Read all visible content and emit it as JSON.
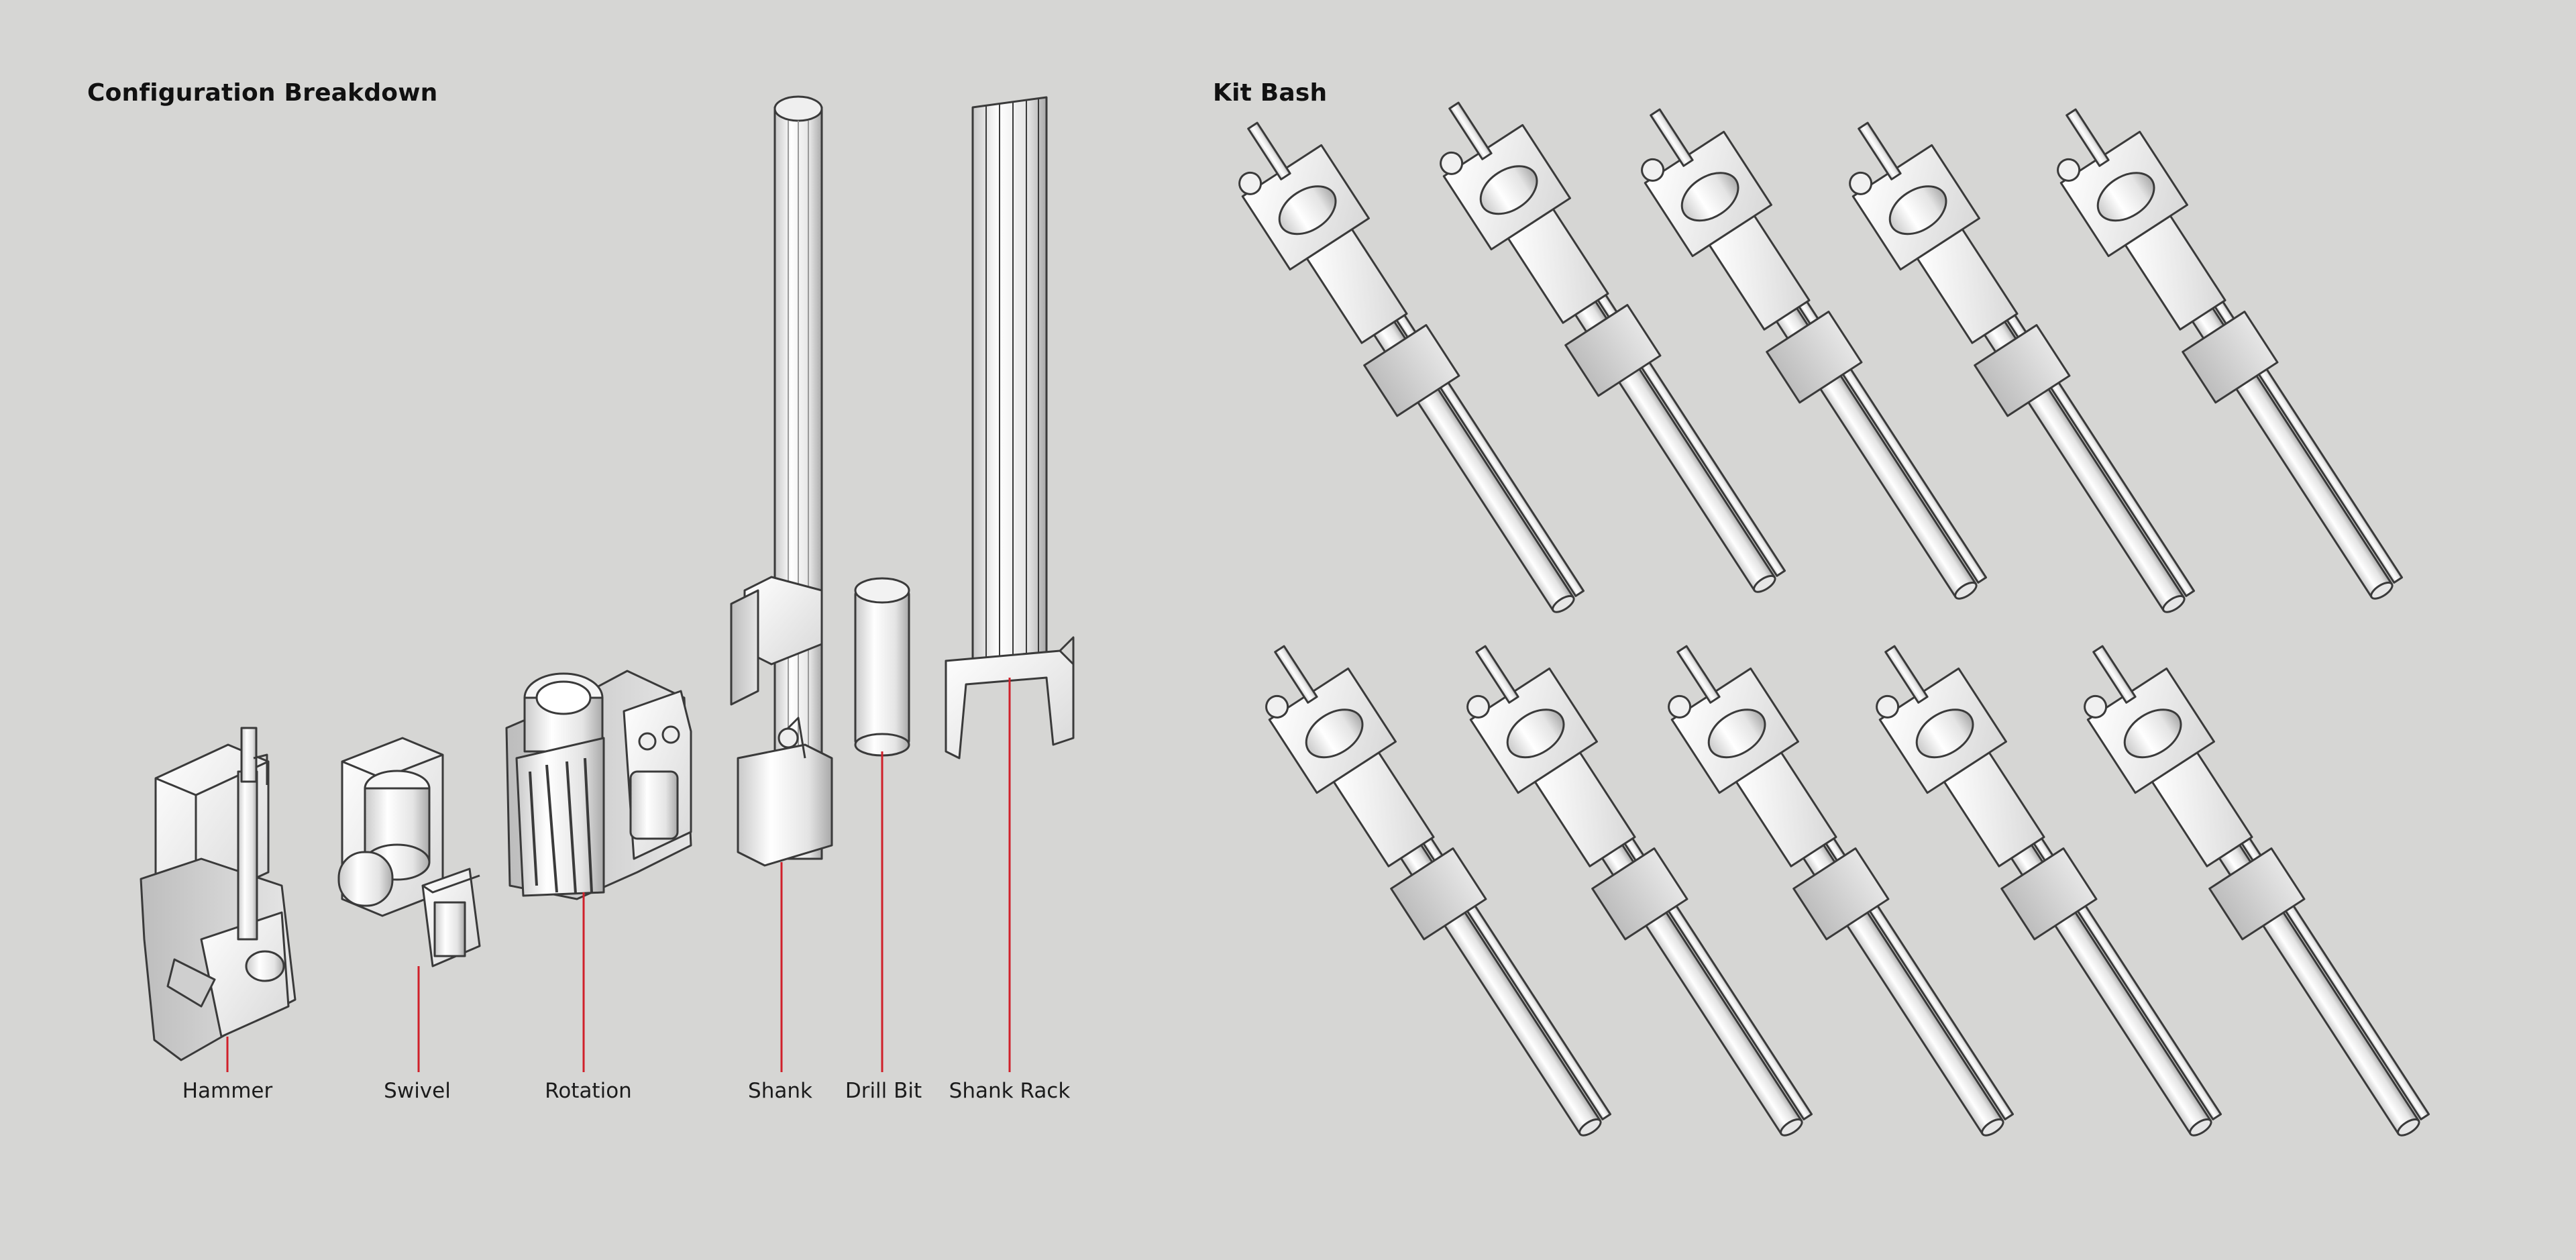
{
  "sections": {
    "configuration_title": "Configuration Breakdown",
    "kitbash_title": "Kit Bash"
  },
  "parts": [
    {
      "name": "hammer-part",
      "label": "Hammer"
    },
    {
      "name": "swivel-part",
      "label": "Swivel"
    },
    {
      "name": "rotation-part",
      "label": "Rotation"
    },
    {
      "name": "shank-part",
      "label": "Shank"
    },
    {
      "name": "drill-bit-part",
      "label": "Drill Bit"
    },
    {
      "name": "shank-rack-part",
      "label": "Shank Rack"
    }
  ],
  "colors": {
    "background": "#d6d6d4",
    "leader_line": "#d0202a",
    "outline": "#3a3a3a",
    "part_fill": "#f2f2f2",
    "part_shade": "#c4c4c4"
  },
  "kitbash": {
    "variant_count": 10
  }
}
